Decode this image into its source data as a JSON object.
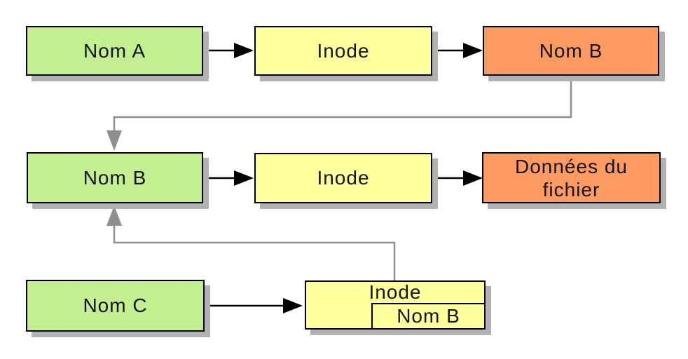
{
  "diagram": {
    "kind": "filesystem-links-diagram",
    "colors": {
      "name_box_green": "#c3ee91",
      "inode_box_yellow": "#feff9d",
      "data_box_orange": "#fc9a62",
      "box_border": "#000000",
      "box_shadow": "#b2b2b2",
      "black_connector": "#000000",
      "gray_connector": "#8f8f8f",
      "text": "#141414"
    },
    "nodes": {
      "nom_a": "Nom A",
      "inode_1": "Inode",
      "nom_b_orange": "Nom B",
      "nom_b_green": "Nom B",
      "inode_2": "Inode",
      "donnees_line1": "Données du",
      "donnees_line2": "fichier",
      "nom_c": "Nom C",
      "inode_3": "Inode",
      "nom_b_nested": "Nom B"
    },
    "connectors": [
      {
        "from": "nom_a",
        "to": "inode_1",
        "style": "black-arrow"
      },
      {
        "from": "inode_1",
        "to": "nom_b_orange",
        "style": "black-arrow"
      },
      {
        "from": "nom_b_orange",
        "to": "nom_b_green",
        "style": "gray-elbow-arrow"
      },
      {
        "from": "nom_b_green",
        "to": "inode_2",
        "style": "black-arrow"
      },
      {
        "from": "inode_2",
        "to": "donnees",
        "style": "black-arrow"
      },
      {
        "from": "inode_3",
        "to": "nom_b_green",
        "style": "gray-elbow-arrow"
      },
      {
        "from": "nom_c",
        "to": "inode_3",
        "style": "black-arrow"
      }
    ]
  }
}
